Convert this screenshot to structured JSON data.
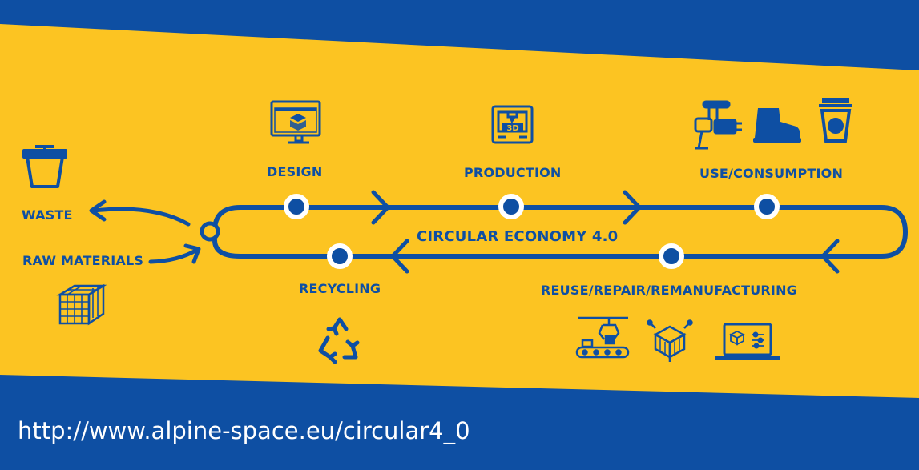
{
  "colors": {
    "blue": "#0e4fa3",
    "yellow": "#fcc422",
    "white": "#ffffff"
  },
  "labels": {
    "waste": "WASTE",
    "raw_materials": "RAW MATERIALS",
    "design": "DESIGN",
    "production": "PRODUCTION",
    "use_consumption": "USE/CONSUMPTION",
    "circular_economy": "CIRCULAR ECONOMY 4.0",
    "recycling": "RECYCLING",
    "reuse": "REUSE/REPAIR/REMANUFACTURING"
  },
  "icons": {
    "waste": "trash-bin-icon",
    "raw_materials": "material-cube-icon",
    "design": "3d-design-monitor-icon",
    "production": "3d-printer-icon",
    "use_consumption": [
      "machine-part-icon",
      "boot-icon",
      "cup-icon"
    ],
    "recycling": "recycle-icon",
    "reuse": [
      "robot-conveyor-icon",
      "network-cube-icon",
      "laptop-3d-icon"
    ]
  },
  "footer": {
    "url": "http://www.alpine-space.eu/circular4_0"
  }
}
